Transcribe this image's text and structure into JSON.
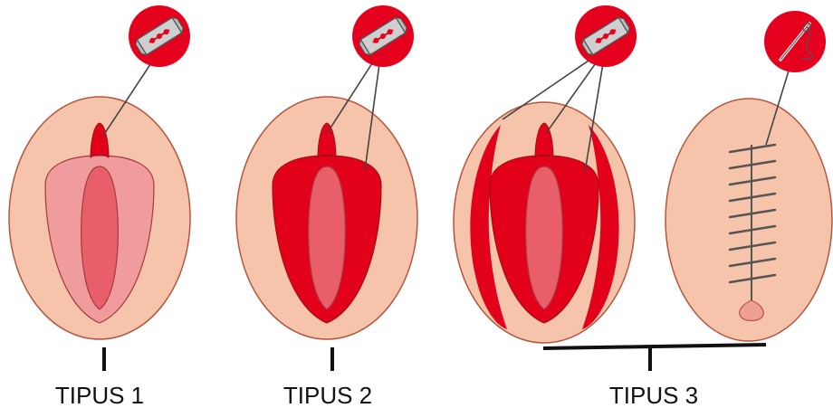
{
  "labels": {
    "type1": "TIPUS 1",
    "type2": "TIPUS 2",
    "type3": "TIPUS 3"
  },
  "icons": {
    "blade": "razor-blade-icon",
    "suture": "needle-thread-icon"
  },
  "colors": {
    "skin": "#f6c4ab",
    "skin_stroke": "#b5553f",
    "cut_red": "#e3001b",
    "inner_light": "#f09b9e",
    "inner_pink": "#e95e6b",
    "icon_red": "#e5001e",
    "line": "#111111"
  }
}
